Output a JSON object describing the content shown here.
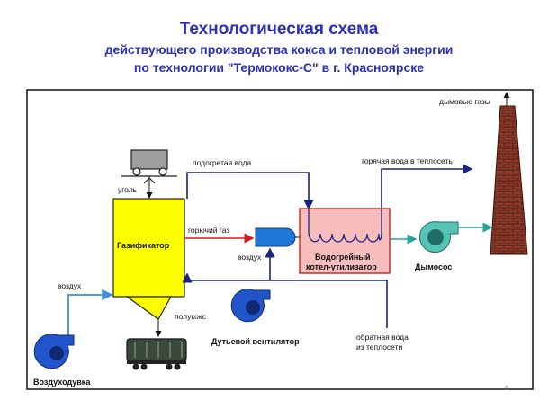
{
  "title": {
    "main": "Технологическая схема",
    "sub1": "действующего  производства кокса и тепловой энергии",
    "sub2": "по технологии \"Термококс-С\" в г. Красноярске"
  },
  "labels": {
    "gasifier": "Газификатор",
    "coal": "уголь",
    "heated_water": "подогретая вода",
    "hot_water": "горячая вода в теплосеть",
    "flue_gases": "дымовые газы",
    "fuel_gas": "горючий газ",
    "air_burner": "воздух",
    "boiler_line1": "Водогрейный",
    "boiler_line2": "котел-утилизатор",
    "smoke_exhauster": "Дымосос",
    "air_left": "воздух",
    "semicoke": "полукокс",
    "blower_fan": "Дутьевой вентилятор",
    "return_line1": "обратная вода",
    "return_line2": "из теплосети",
    "air_blower": "Воздуходувка"
  },
  "page_number": "6",
  "colors": {
    "title": "#2b2fb5",
    "gasifier_fill": "#ffff00",
    "boiler_fill": "#f7bcbc",
    "boiler_stroke": "#cc2222",
    "pipe_water": "#1a237e",
    "pipe_air": "#3f8fd6",
    "pipe_gas": "#cc2222",
    "pipe_flue": "#2aa198",
    "fan_blue": "#2255cc",
    "fan_teal": "#55c4b4",
    "chimney": "#8b3a2a"
  }
}
